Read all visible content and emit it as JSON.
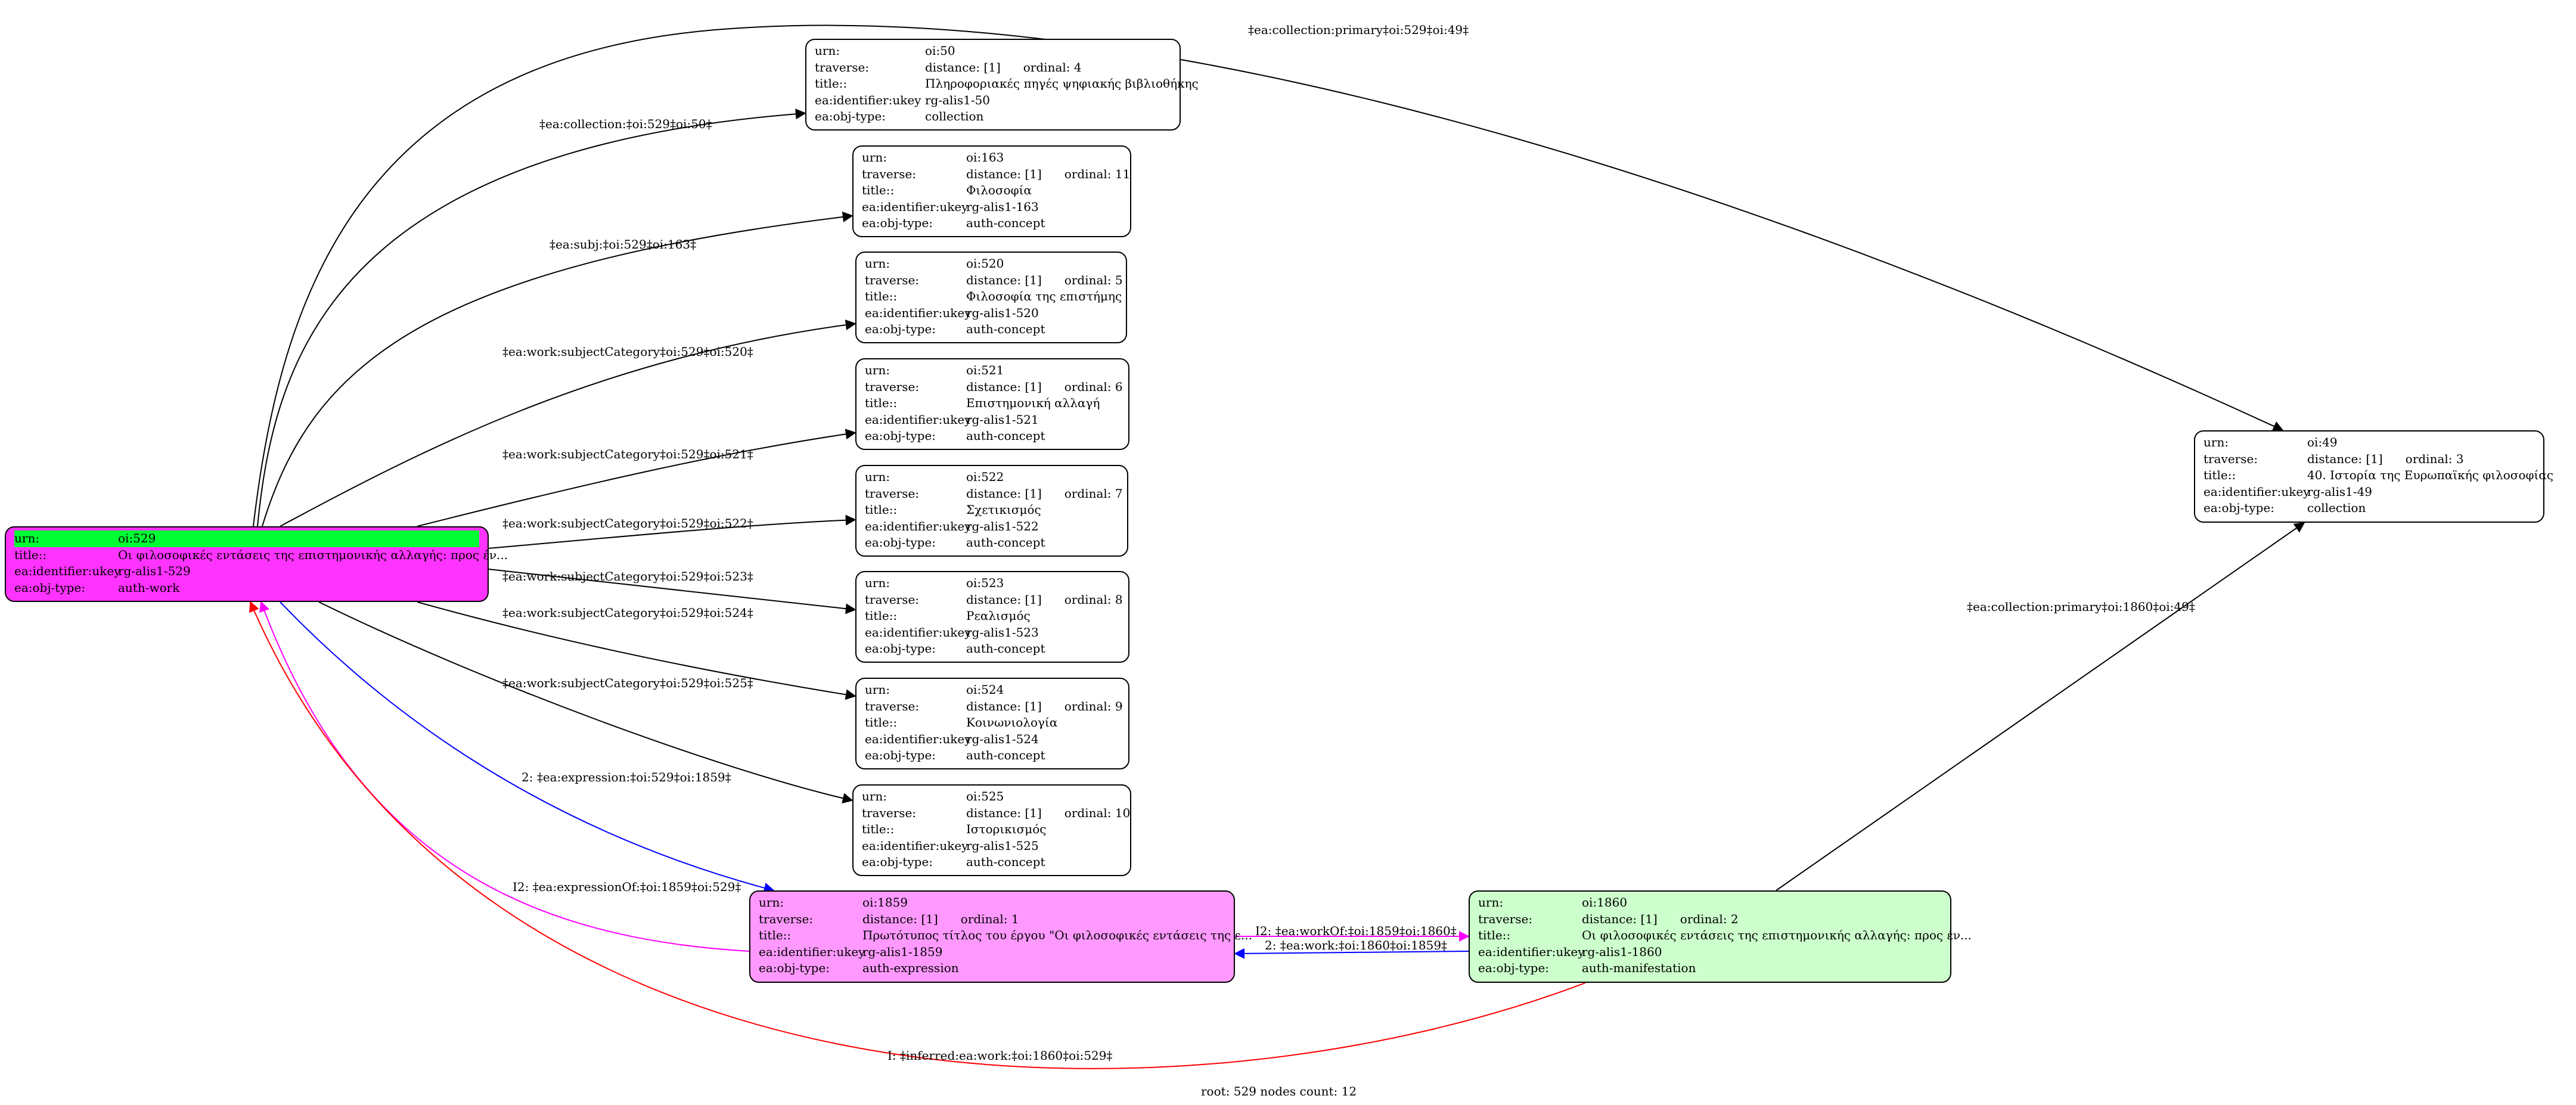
{
  "graph": {
    "footer": "root: 529 nodes count: 12",
    "colors": {
      "root_fill": "#ff33ff",
      "root_header": "#00ff33",
      "expression_fill": "#ff99ff",
      "manifestation_fill": "#ccffcc",
      "default_fill": "#ffffff",
      "edge_default": "#000000",
      "edge_blue": "#0000ff",
      "edge_magenta": "#ff00ff",
      "edge_red": "#ff0000"
    },
    "nodes": [
      {
        "id": "n529",
        "rows": [
          {
            "key": "urn:",
            "value": "oi:529"
          },
          {
            "key": "title::",
            "value": "Οι φιλοσοφικές εντάσεις της επιστημονικής αλλαγής: προς έν..."
          },
          {
            "key": "ea:identifier:ukey",
            "value": "rg-alis1-529"
          },
          {
            "key": "ea:obj-type:",
            "value": "auth-work"
          }
        ]
      },
      {
        "id": "n50",
        "rows": [
          {
            "key": "urn:",
            "value": "oi:50"
          },
          {
            "key": "traverse:",
            "value": "distance: [1]",
            "extra": "ordinal: 4"
          },
          {
            "key": "title::",
            "value": "Πληροφοριακές πηγές ψηφιακής βιβλιοθήκης"
          },
          {
            "key": "ea:identifier:ukey",
            "value": "rg-alis1-50"
          },
          {
            "key": "ea:obj-type:",
            "value": "collection"
          }
        ]
      },
      {
        "id": "n163",
        "rows": [
          {
            "key": "urn:",
            "value": "oi:163"
          },
          {
            "key": "traverse:",
            "value": "distance: [1]",
            "extra": "ordinal: 11"
          },
          {
            "key": "title::",
            "value": "Φιλοσοφία"
          },
          {
            "key": "ea:identifier:ukey",
            "value": "rg-alis1-163"
          },
          {
            "key": "ea:obj-type:",
            "value": "auth-concept"
          }
        ]
      },
      {
        "id": "n520",
        "rows": [
          {
            "key": "urn:",
            "value": "oi:520"
          },
          {
            "key": "traverse:",
            "value": "distance: [1]",
            "extra": "ordinal: 5"
          },
          {
            "key": "title::",
            "value": "Φιλοσοφία της επιστήμης"
          },
          {
            "key": "ea:identifier:ukey",
            "value": "rg-alis1-520"
          },
          {
            "key": "ea:obj-type:",
            "value": "auth-concept"
          }
        ]
      },
      {
        "id": "n521",
        "rows": [
          {
            "key": "urn:",
            "value": "oi:521"
          },
          {
            "key": "traverse:",
            "value": "distance: [1]",
            "extra": "ordinal: 6"
          },
          {
            "key": "title::",
            "value": "Επιστημονική αλλαγή"
          },
          {
            "key": "ea:identifier:ukey",
            "value": "rg-alis1-521"
          },
          {
            "key": "ea:obj-type:",
            "value": "auth-concept"
          }
        ]
      },
      {
        "id": "n522",
        "rows": [
          {
            "key": "urn:",
            "value": "oi:522"
          },
          {
            "key": "traverse:",
            "value": "distance: [1]",
            "extra": "ordinal: 7"
          },
          {
            "key": "title::",
            "value": "Σχετικισμός"
          },
          {
            "key": "ea:identifier:ukey",
            "value": "rg-alis1-522"
          },
          {
            "key": "ea:obj-type:",
            "value": "auth-concept"
          }
        ]
      },
      {
        "id": "n523",
        "rows": [
          {
            "key": "urn:",
            "value": "oi:523"
          },
          {
            "key": "traverse:",
            "value": "distance: [1]",
            "extra": "ordinal: 8"
          },
          {
            "key": "title::",
            "value": "Ρεαλισμός"
          },
          {
            "key": "ea:identifier:ukey",
            "value": "rg-alis1-523"
          },
          {
            "key": "ea:obj-type:",
            "value": "auth-concept"
          }
        ]
      },
      {
        "id": "n524",
        "rows": [
          {
            "key": "urn:",
            "value": "oi:524"
          },
          {
            "key": "traverse:",
            "value": "distance: [1]",
            "extra": "ordinal: 9"
          },
          {
            "key": "title::",
            "value": "Κοινωνιολογία"
          },
          {
            "key": "ea:identifier:ukey",
            "value": "rg-alis1-524"
          },
          {
            "key": "ea:obj-type:",
            "value": "auth-concept"
          }
        ]
      },
      {
        "id": "n525",
        "rows": [
          {
            "key": "urn:",
            "value": "oi:525"
          },
          {
            "key": "traverse:",
            "value": "distance: [1]",
            "extra": "ordinal: 10"
          },
          {
            "key": "title::",
            "value": "Ιστορικισμός"
          },
          {
            "key": "ea:identifier:ukey",
            "value": "rg-alis1-525"
          },
          {
            "key": "ea:obj-type:",
            "value": "auth-concept"
          }
        ]
      },
      {
        "id": "n1859",
        "rows": [
          {
            "key": "urn:",
            "value": "oi:1859"
          },
          {
            "key": "traverse:",
            "value": "distance: [1]",
            "extra": "ordinal: 1"
          },
          {
            "key": "title::",
            "value": "Πρωτότυπος τίτλος του έργου \"Οι φιλοσοφικές εντάσεις της ε..."
          },
          {
            "key": "ea:identifier:ukey",
            "value": "rg-alis1-1859"
          },
          {
            "key": "ea:obj-type:",
            "value": "auth-expression"
          }
        ]
      },
      {
        "id": "n1860",
        "rows": [
          {
            "key": "urn:",
            "value": "oi:1860"
          },
          {
            "key": "traverse:",
            "value": "distance: [1]",
            "extra": "ordinal: 2"
          },
          {
            "key": "title::",
            "value": "Οι φιλοσοφικές εντάσεις της επιστημονικής αλλαγής: προς έν..."
          },
          {
            "key": "ea:identifier:ukey",
            "value": "rg-alis1-1860"
          },
          {
            "key": "ea:obj-type:",
            "value": "auth-manifestation"
          }
        ]
      },
      {
        "id": "n49",
        "rows": [
          {
            "key": "urn:",
            "value": "oi:49"
          },
          {
            "key": "traverse:",
            "value": "distance: [1]",
            "extra": "ordinal: 3"
          },
          {
            "key": "title::",
            "value": "40. Ιστορία της Ευρωπαϊκής φιλοσοφίας"
          },
          {
            "key": "ea:identifier:ukey",
            "value": "rg-alis1-49"
          },
          {
            "key": "ea:obj-type:",
            "value": "collection"
          }
        ]
      }
    ],
    "edges": [
      {
        "id": "e-coll50",
        "label": "‡ea:collection:‡oi:529‡oi:50‡",
        "color": "#000000"
      },
      {
        "id": "e-subj163",
        "label": "‡ea:subj:‡oi:529‡oi:163‡",
        "color": "#000000"
      },
      {
        "id": "e-sc520",
        "label": "‡ea:work:subjectCategory‡oi:529‡oi:520‡",
        "color": "#000000"
      },
      {
        "id": "e-sc521",
        "label": "‡ea:work:subjectCategory‡oi:529‡oi:521‡",
        "color": "#000000"
      },
      {
        "id": "e-sc522",
        "label": "‡ea:work:subjectCategory‡oi:529‡oi:522‡",
        "color": "#000000"
      },
      {
        "id": "e-sc523",
        "label": "‡ea:work:subjectCategory‡oi:529‡oi:523‡",
        "color": "#000000"
      },
      {
        "id": "e-sc524",
        "label": "‡ea:work:subjectCategory‡oi:529‡oi:524‡",
        "color": "#000000"
      },
      {
        "id": "e-sc525",
        "label": "‡ea:work:subjectCategory‡oi:529‡oi:525‡",
        "color": "#000000"
      },
      {
        "id": "e-coll49a",
        "label": "‡ea:collection:primary‡oi:529‡oi:49‡",
        "color": "#000000"
      },
      {
        "id": "e-expr1859",
        "label": "2: ‡ea:expression:‡oi:529‡oi:1859‡",
        "color": "#0000ff"
      },
      {
        "id": "e-exprof",
        "label": "I2: ‡ea:expressionOf:‡oi:1859‡oi:529‡",
        "color": "#ff00ff"
      },
      {
        "id": "e-workof",
        "label": "I2: ‡ea:workOf:‡oi:1859‡oi:1860‡",
        "color": "#ff00ff"
      },
      {
        "id": "e-work1860",
        "label": "2: ‡ea:work:‡oi:1860‡oi:1859‡",
        "color": "#0000ff"
      },
      {
        "id": "e-coll49b",
        "label": "‡ea:collection:primary‡oi:1860‡oi:49‡",
        "color": "#000000"
      },
      {
        "id": "e-inferred",
        "label": "I: ‡inferred:ea:work:‡oi:1860‡oi:529‡",
        "color": "#ff0000"
      }
    ]
  }
}
